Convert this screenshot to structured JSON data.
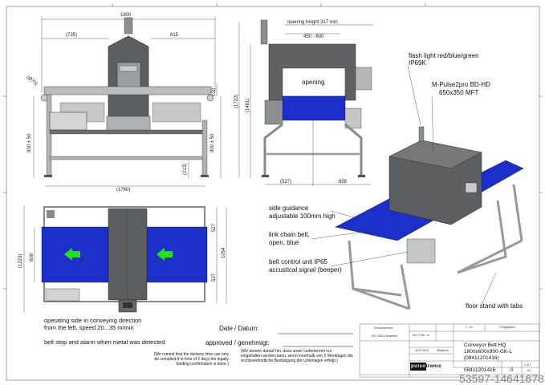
{
  "front_view": {
    "dims": {
      "overall_length": "1800",
      "left_offset": "(735)",
      "right_offset": "615",
      "roller_dia": "(Ø70)",
      "top_height": "100",
      "height_left": "900 ± 50",
      "height_right": "900 ± 50",
      "crossbar_height": "(213)",
      "foot_span": "(1760)"
    }
  },
  "side_view": {
    "opening_height": "opening height 317 mm",
    "width_range": "450 - 600",
    "opening_label": "opening",
    "dims": {
      "total_height": "(1722)",
      "head_height": "(1481)",
      "left_width": "(527)",
      "right_width": "658"
    }
  },
  "top_view": {
    "dims": {
      "total_width": "(1223)",
      "belt_width": "608",
      "half_upper": "527",
      "half_lower": "527",
      "frame_width": "1054"
    }
  },
  "iso_view": {
    "labels": {
      "flash_light": "flash light red/blue/green",
      "flash_ip": "IP69K",
      "detector": "M-Pulse2pro BD-HD",
      "detector_size": "650x350 MFT",
      "guidance_1": "side guidance",
      "guidance_2": "adjustable 100mm high",
      "belt_1": "link chain belt,",
      "belt_2": "open, blue",
      "control_1": "belt control unit IP65",
      "control_2": "accustical signal (beeper)",
      "floor_stand": "floor stand with tabs"
    }
  },
  "notes": {
    "line1": "operating side in conveying direction",
    "line2": "from the left, speed 20...35 m/min",
    "line3": "belt stop and alarm when metal was detected",
    "reminder_en": "(We remind that the delivery time can only be complied  if in time of 2 days the legally binding confirmation is done.)",
    "reminder_de": "(Wir weisen darauf hin, dass unser Liefertermin nur eingehalten werden kann, wenn innerhalb von 2 Werktagen die rechtsverbindliche Bestätigung der Unterlagen erfolgt.)"
  },
  "approval": {
    "date_label": "Date  /  Datum:",
    "approved_label": "approved  /  genehmigt:"
  },
  "title_block": {
    "protection_label": "Schutzvermerk",
    "protection_value": "ISO 16016 beachten",
    "tolerance_value": "ISO 2768 - m",
    "scale_value": "1 : 10",
    "status_value": "Freigegeben",
    "date_value": "18.11.2024",
    "author_value": "Willkamer",
    "title_line1": "Conveyor Belt HQ",
    "title_line2": "1800x600x900-GK-L",
    "title_line3": "(08411201416)",
    "logo_text": "pulsotronic",
    "drawing_number": "08411201416",
    "revision": "0",
    "sheet": "1 of 1",
    "format": "A2"
  },
  "watermark": "53597-14641678",
  "colors": {
    "belt_blue": "#1c2fc8",
    "arrow_green": "#22e01c",
    "housing_dark": "#555a5e",
    "frame_grey": "#a8acae"
  }
}
